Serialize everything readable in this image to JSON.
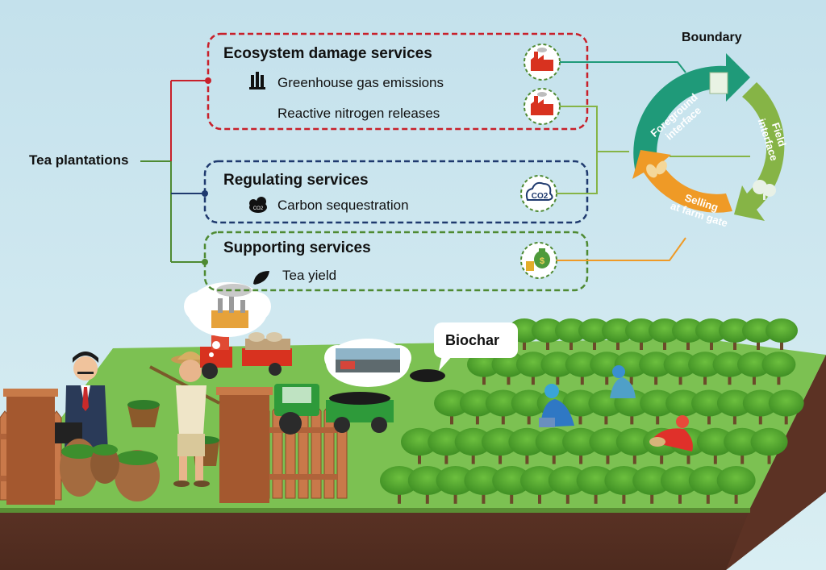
{
  "root_label": "Tea plantations",
  "boundary_label": "Boundary",
  "groups": {
    "damage": {
      "title": "Ecosystem damage services",
      "items": [
        "Greenhouse gas emissions",
        "Reactive nitrogen releases"
      ]
    },
    "regulating": {
      "title": "Regulating services",
      "items": [
        "Carbon sequestration"
      ]
    },
    "supporting": {
      "title": "Supporting services",
      "items": [
        "Tea yield"
      ]
    }
  },
  "cycle": {
    "foreground": [
      "Foreground",
      "interface"
    ],
    "field": [
      "Field",
      "interface"
    ],
    "selling": [
      "Selling",
      "at farm gate"
    ]
  },
  "icons": {
    "co2_text": "CO2",
    "money_text": "$"
  },
  "biochar_label": "Biochar",
  "colors": {
    "damage": "#c8202a",
    "regulating": "#1f3a6e",
    "supporting": "#4e8a32",
    "cycle_teal": "#1f9a79",
    "cycle_green": "#86b446",
    "cycle_orange": "#ef9a26",
    "ground": "#7dc24f",
    "soil": "#6b3b2b"
  }
}
